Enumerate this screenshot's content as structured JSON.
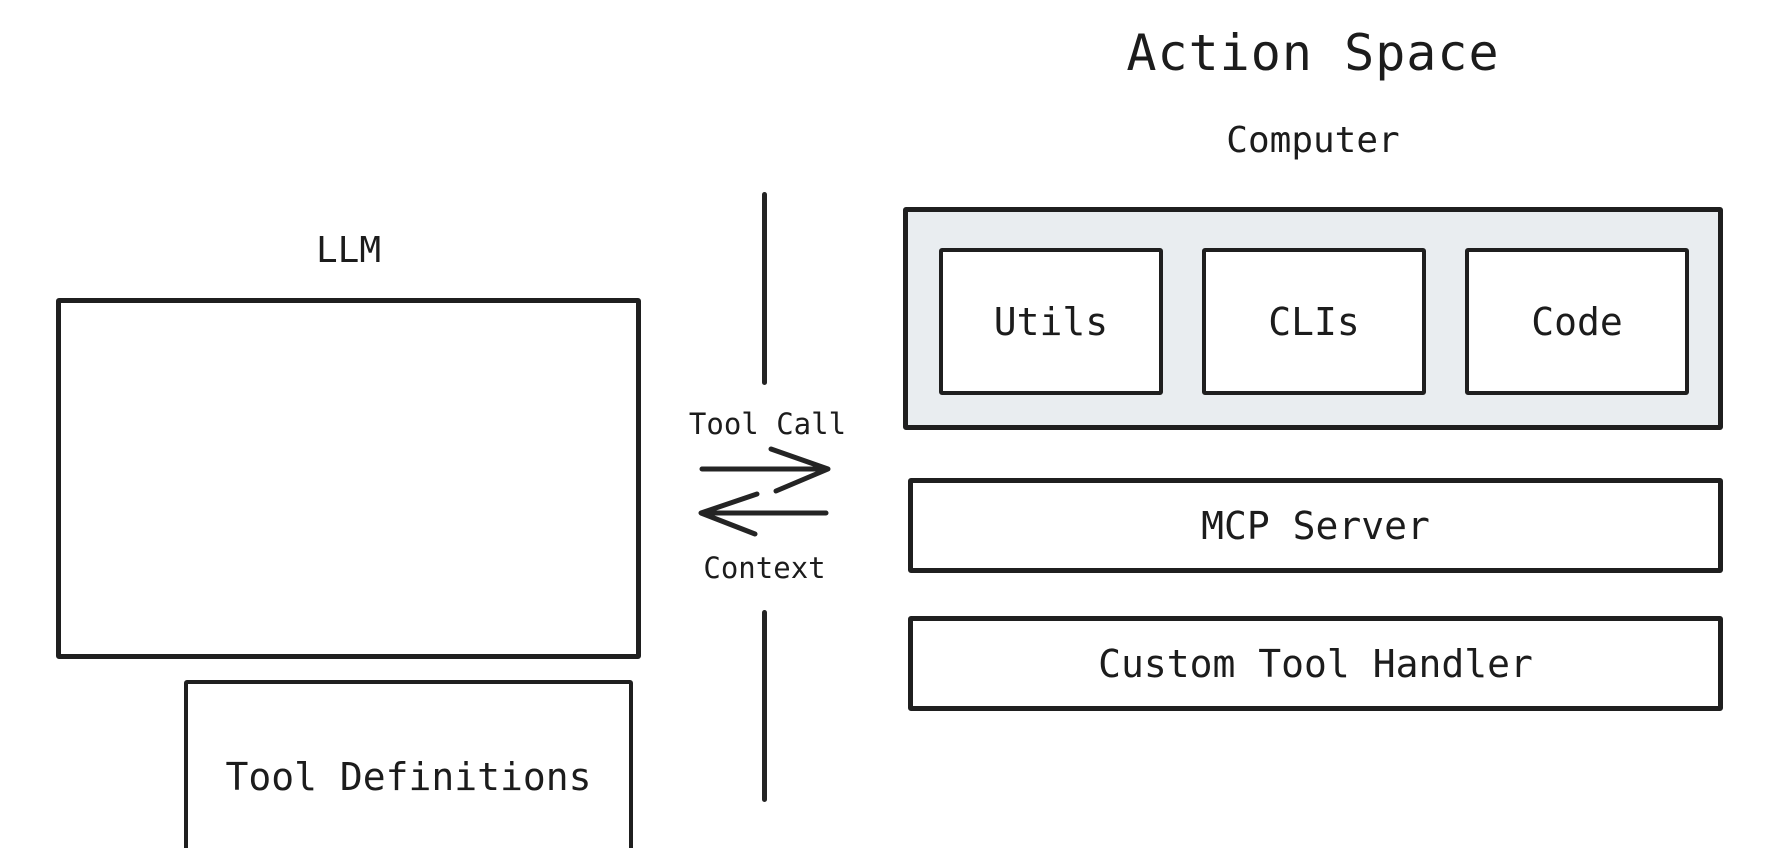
{
  "title": "Action Space",
  "llm": {
    "label": "LLM",
    "tool_definitions_label": "Tool Definitions"
  },
  "exchange": {
    "tool_call_label": "Tool Call",
    "context_label": "Context"
  },
  "computer": {
    "label": "Computer",
    "items": [
      "Utils",
      "CLIs",
      "Code"
    ]
  },
  "mcp_server_label": "MCP Server",
  "custom_tool_handler_label": "Custom Tool Handler",
  "colors": {
    "border": "#1f1f1f",
    "text": "#1c1c1c",
    "computer_fill": "#e9edf0",
    "background": "#ffffff",
    "arrow_stroke": "#242424"
  }
}
